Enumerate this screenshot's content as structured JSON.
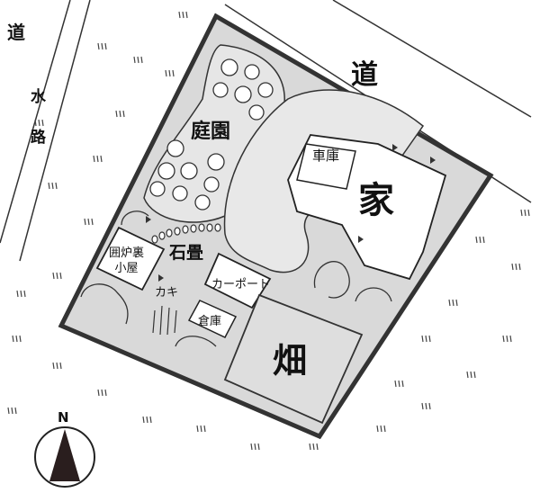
{
  "labels": {
    "road_left": "道",
    "water_channel": "水路",
    "road_top": "道",
    "garden": "庭園",
    "garage": "車庫",
    "house": "家",
    "stone_path": "石畳",
    "hearth_hut_line1": "囲炉裏",
    "hearth_hut_line2": "小屋",
    "carport": "カーポート",
    "persimmon": "カキ",
    "storehouse": "倉庫",
    "field": "畑",
    "north": "N"
  },
  "colors": {
    "ground": "#d9d9d9",
    "line": "#222222",
    "paper": "#ffffff"
  }
}
